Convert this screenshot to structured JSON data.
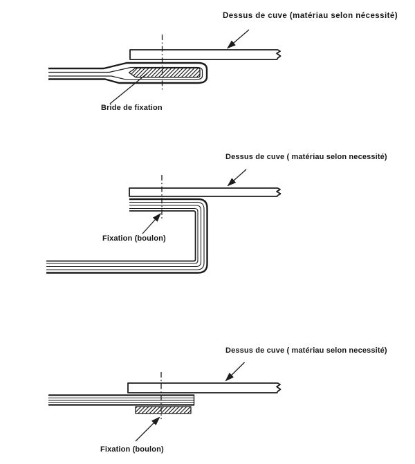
{
  "figure": {
    "background_color": "#ffffff",
    "ink_color": "#1b1b1b",
    "diagrams": [
      {
        "tank_top_label": "Dessus de cuve (matériau selon nécessité)",
        "fixing_label": "Bride de fixation"
      },
      {
        "tank_top_label": "Dessus de cuve ( matériau selon necessité)",
        "fixing_label": "Fixation (boulon)"
      },
      {
        "tank_top_label": "Dessus de cuve ( matériau selon necessité)",
        "fixing_label": "Fixation (boulon)"
      }
    ]
  }
}
